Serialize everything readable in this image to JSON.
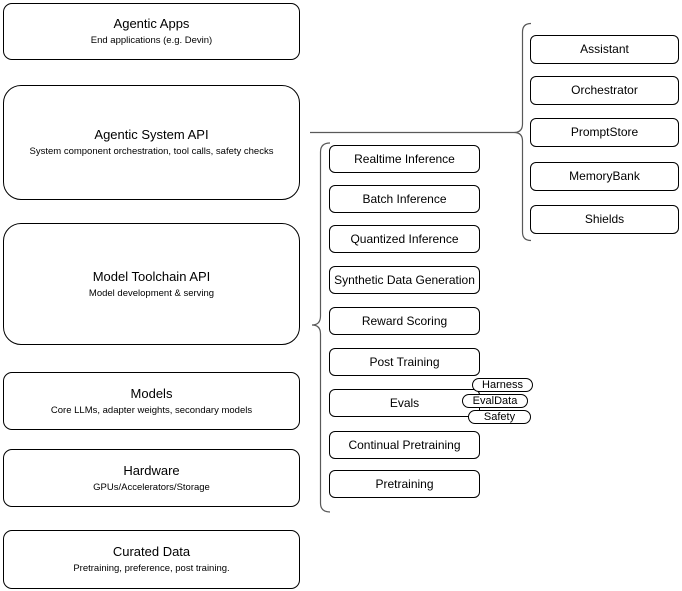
{
  "stack": [
    {
      "title": "Agentic Apps",
      "subtitle": "End applications (e.g. Devin)"
    },
    {
      "title": "Agentic System API",
      "subtitle": "System component orchestration, tool calls, safety checks"
    },
    {
      "title": "Model Toolchain API",
      "subtitle": "Model development & serving"
    },
    {
      "title": "Models",
      "subtitle": "Core LLMs, adapter weights, secondary models"
    },
    {
      "title": "Hardware",
      "subtitle": "GPUs/Accelerators/Storage"
    },
    {
      "title": "Curated Data",
      "subtitle": "Pretraining, preference, post training."
    }
  ],
  "toolchain": {
    "items": [
      "Realtime Inference",
      "Batch Inference",
      "Quantized Inference",
      "Synthetic Data Generation",
      "Reward Scoring",
      "Post Training",
      "Evals",
      "Continual Pretraining",
      "Pretraining"
    ]
  },
  "evals_tags": [
    "Harness",
    "EvalData",
    "Safety"
  ],
  "system_components": [
    "Assistant",
    "Orchestrator",
    "PromptStore",
    "MemoryBank",
    "Shields"
  ],
  "colors": {
    "box_border": "#000000",
    "box_fill": "#ffffff",
    "connector": "#595959",
    "text": "#000000"
  }
}
